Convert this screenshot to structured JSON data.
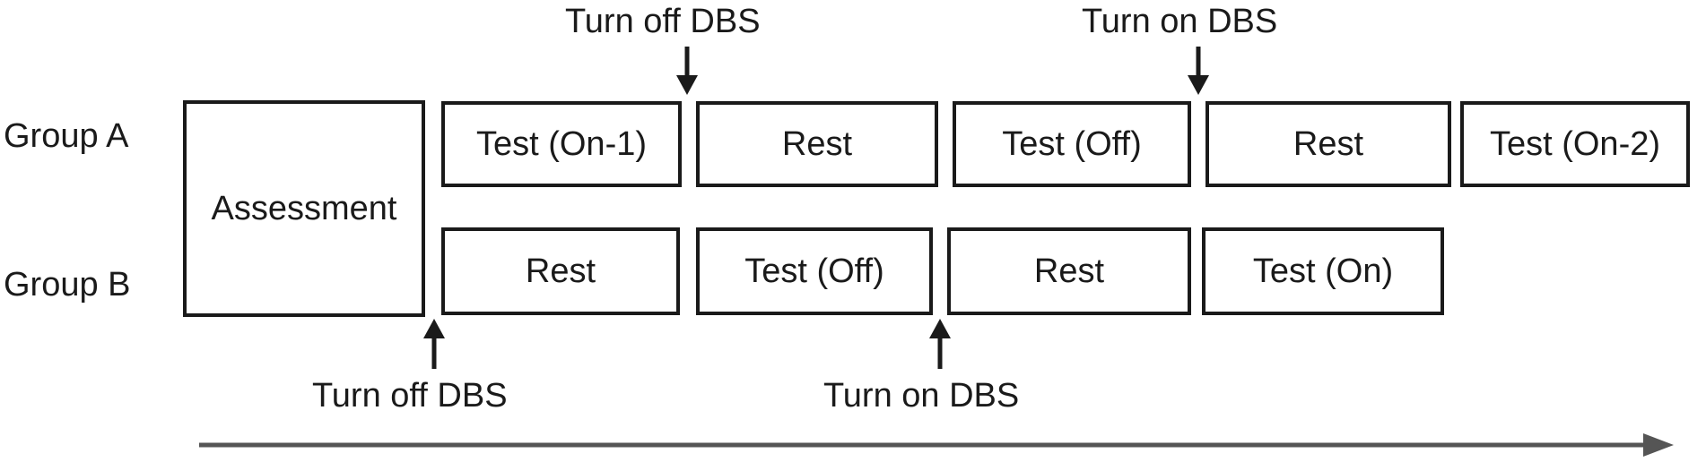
{
  "groups": {
    "a": "Group A",
    "b": "Group B"
  },
  "assessment": "Assessment",
  "group_a_steps": [
    "Test (On-1)",
    "Rest",
    "Test (Off)",
    "Rest",
    "Test (On-2)"
  ],
  "group_b_steps": [
    "Rest",
    "Test (Off)",
    "Rest",
    "Test (On)"
  ],
  "annotations": {
    "a_turn_off": "Turn off DBS",
    "a_turn_on": "Turn on DBS",
    "b_turn_off": "Turn off DBS",
    "b_turn_on": "Turn on DBS"
  },
  "colors": {
    "stroke": "#1a1a1a",
    "timeline": "#555555"
  }
}
